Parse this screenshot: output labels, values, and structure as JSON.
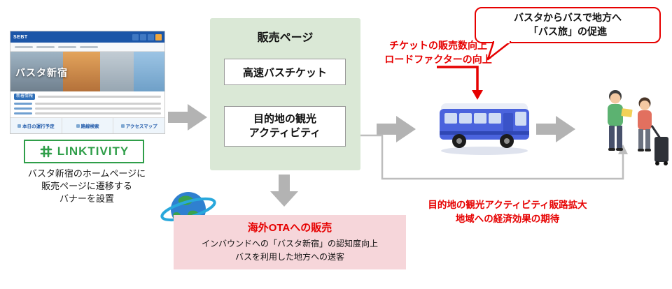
{
  "colors": {
    "accent_red": "#e60000",
    "green_box": "#dae8d6",
    "pink_box": "#f6d6da",
    "arrow_gray": "#b3b3b3",
    "linktivity_green": "#2f9e49",
    "site_header_blue": "#1b56a8",
    "bus_blue": "#4a63dd"
  },
  "website_card": {
    "brand": "SEBT",
    "title": "バスタ新宿",
    "news_tag": "新着情報",
    "footer_links": [
      "本日の運行予定",
      "路線検索",
      "アクセスマップ"
    ]
  },
  "linktivity": {
    "label": "LINKTIVITY"
  },
  "left_caption": {
    "line1": "バスタ新宿のホームページに",
    "line2": "販売ページに遷移する",
    "line3": "バナーを設置"
  },
  "sales_page": {
    "title": "販売ページ",
    "ticket": "高速バスチケット",
    "activity_line1": "目的地の観光",
    "activity_line2": "アクティビティ"
  },
  "notes": {
    "top_red_line1": "チケットの販売数向上",
    "top_red_line2": "ロードファクターの向上",
    "bottom_red_line1": "目的地の観光アクティビティ販路拡大",
    "bottom_red_line2": "地域への経済効果の期待"
  },
  "bubble": {
    "line1": "バスタからバスで地方へ",
    "line2": "「バス旅」の促進"
  },
  "ota": {
    "title": "海外OTAへの販売",
    "line1": "インバウンドへの「バスタ新宿」の認知度向上",
    "line2": "バスを利用した地方への送客"
  }
}
